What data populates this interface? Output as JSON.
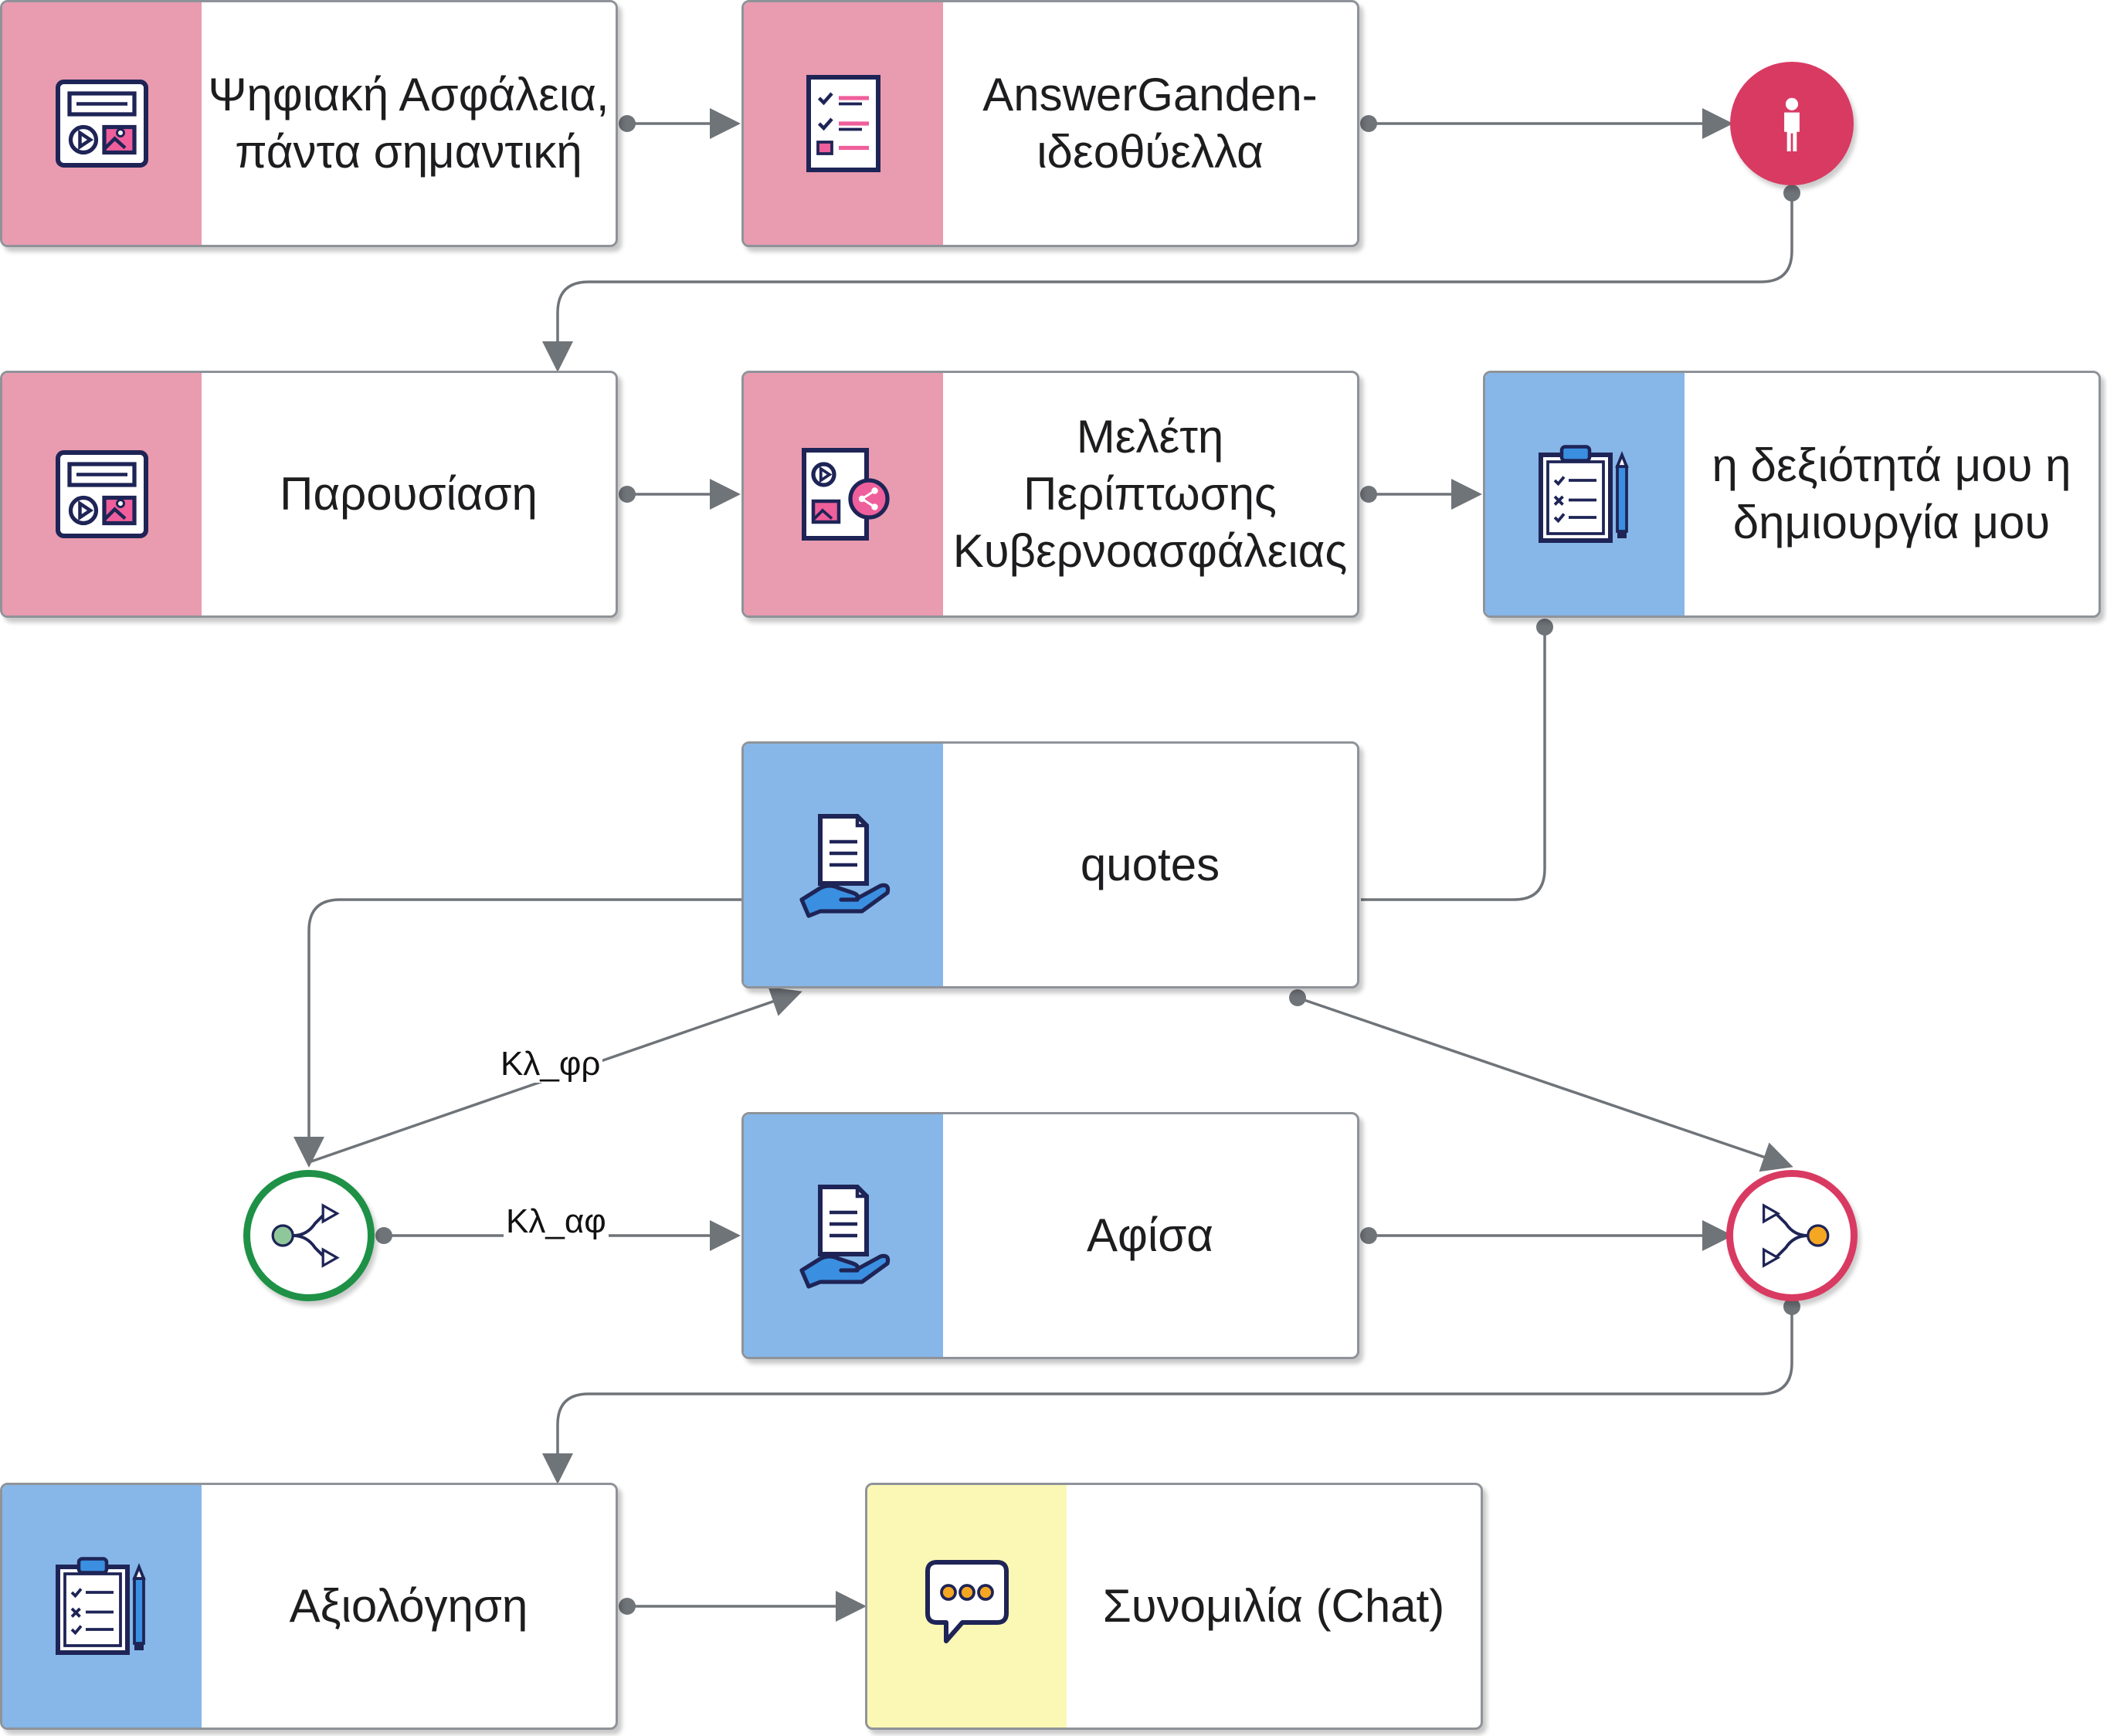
{
  "nodes": {
    "digital_safety": "Ψηφιακή Ασφάλεια, πάντα σημαντική",
    "answergarden": "AnswerGanden-ιδεοθύελλα",
    "presentation": "Παρουσίαση",
    "case_study": "Μελέτη Περίπτωσης Κυβερνοασφάλειας",
    "my_skill": "η δεξιότητά μου η δημιουργία μου",
    "quotes": "quotes",
    "poster": "Αφίσα",
    "evaluation": "Αξιολόγηση",
    "chat": "Συνομιλία (Chat)"
  },
  "edge_labels": {
    "to_quotes": "Κλ_φρ",
    "to_poster": "Κλ_αφ"
  },
  "colors": {
    "pink_band": "#e99bb0",
    "blue_band": "#86b7e8",
    "yellow_band": "#fbf7b5",
    "person_circle": "#d93a62",
    "split_gateway_ring": "#1e9146",
    "merge_gateway_ring": "#d93a62",
    "connector": "#6f7479"
  },
  "icons": {
    "person": "person-icon",
    "split": "split-gateway-icon",
    "merge": "merge-gateway-icon"
  }
}
